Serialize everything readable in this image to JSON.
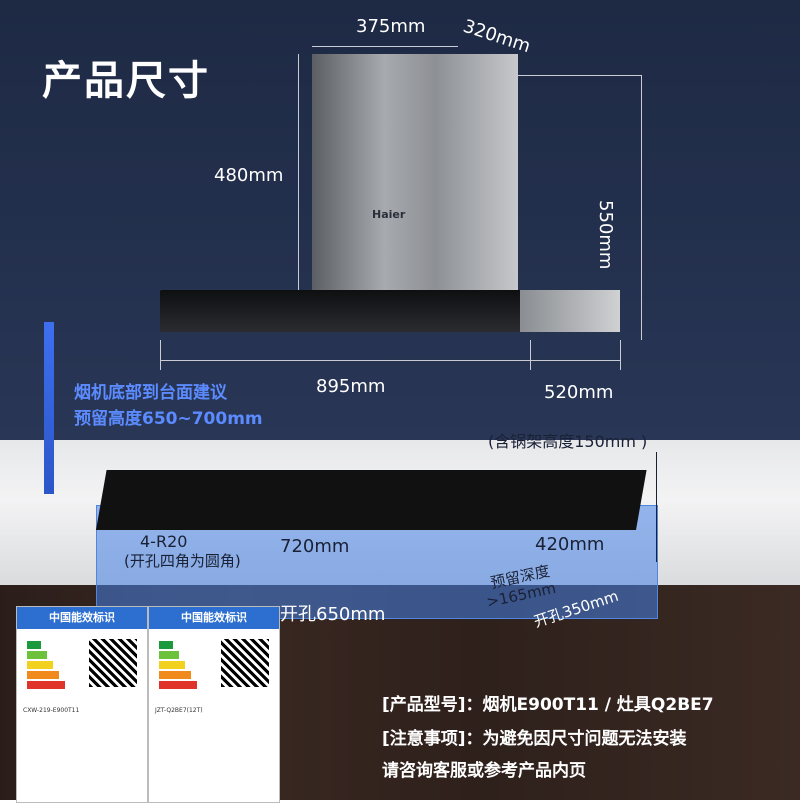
{
  "title": "产品尺寸",
  "dims": {
    "top_width": "375mm",
    "top_depth": "320mm",
    "chimney_height": "480mm",
    "total_height": "550mm",
    "hood_width": "895mm",
    "hood_depth": "520mm",
    "pot_rack": "(含锅架高度150mm )",
    "cooktop_width": "720mm",
    "cooktop_depth": "420mm",
    "corner": "4-R20",
    "corner_note": "(开孔四角为圆角)",
    "reserve_depth_label": "预留深度",
    "reserve_depth": ">165mm",
    "hole_width": "开孔650mm",
    "hole_depth": "开孔350mm"
  },
  "install_note": [
    "烟机底部到台面建议",
    "预留高度650~700mm"
  ],
  "brand": "Haier",
  "labels": [
    {
      "header": "中国能效标识",
      "model": "CXW-219-E900T11"
    },
    {
      "header": "中国能效标识",
      "model": "JZT-Q2BE7(12T)"
    }
  ],
  "info": [
    "[产品型号]：烟机E900T11 / 灶具Q2BE7",
    "[注意事项]：为避免因尺寸问题无法安装",
    "请咨询客服或参考产品内页"
  ]
}
